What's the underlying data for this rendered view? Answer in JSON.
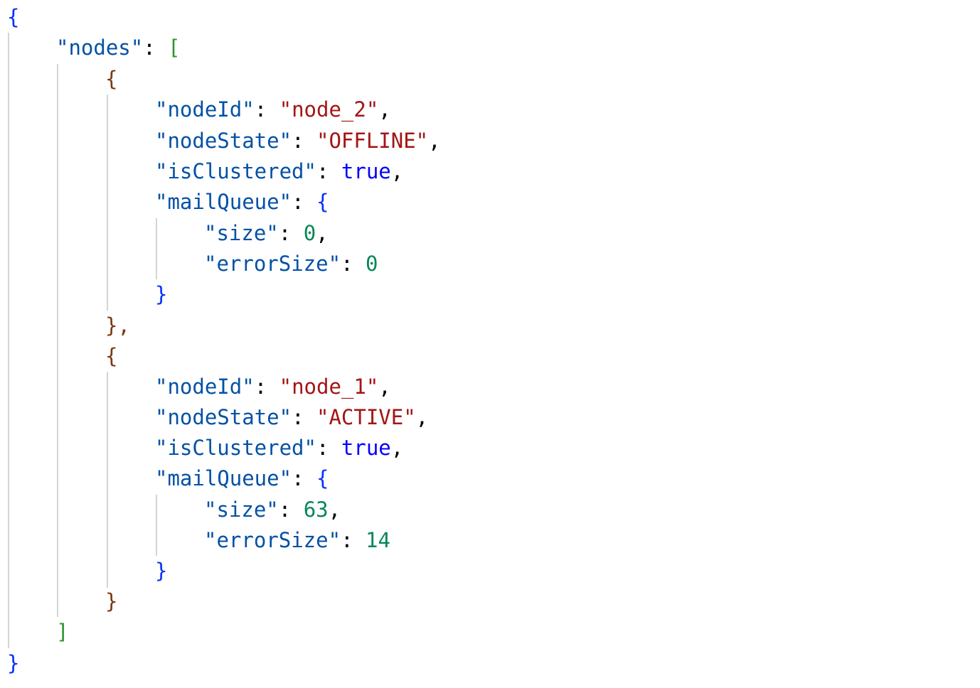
{
  "editor": {
    "language": "json",
    "colors": {
      "key": "#0451a5",
      "string": "#a31515",
      "number": "#098658",
      "boolean": "#0000ff",
      "bracket_level1": "#0431fa",
      "bracket_level2": "#319331",
      "bracket_level3": "#7b3814",
      "indent_guide": "#d4d4d4",
      "background": "#ffffff"
    }
  },
  "json": {
    "root_open": "{",
    "root_close": "}",
    "nodes_key": "\"nodes\"",
    "array_open": "[",
    "array_close": "]",
    "nodes": [
      {
        "open": "{",
        "close": "},",
        "nodeId_key": "\"nodeId\"",
        "nodeId": "\"node_2\"",
        "nodeState_key": "\"nodeState\"",
        "nodeState": "\"OFFLINE\"",
        "isClustered_key": "\"isClustered\"",
        "isClustered": "true",
        "mailQueue_key": "\"mailQueue\"",
        "mq_open": "{",
        "mq_close": "}",
        "size_key": "\"size\"",
        "size": "0",
        "errorSize_key": "\"errorSize\"",
        "errorSize": "0"
      },
      {
        "open": "{",
        "close": "}",
        "nodeId_key": "\"nodeId\"",
        "nodeId": "\"node_1\"",
        "nodeState_key": "\"nodeState\"",
        "nodeState": "\"ACTIVE\"",
        "isClustered_key": "\"isClustered\"",
        "isClustered": "true",
        "mailQueue_key": "\"mailQueue\"",
        "mq_open": "{",
        "mq_close": "}",
        "size_key": "\"size\"",
        "size": "63",
        "errorSize_key": "\"errorSize\"",
        "errorSize": "14"
      }
    ]
  }
}
